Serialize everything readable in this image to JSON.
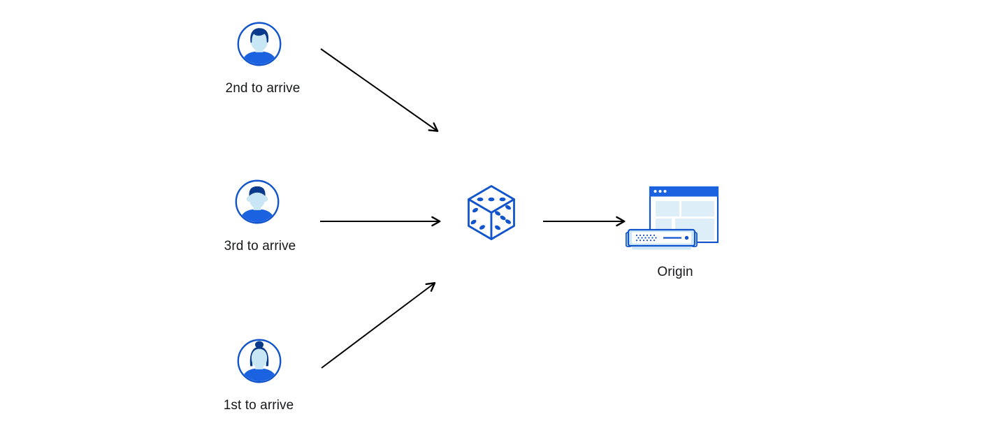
{
  "diagram": {
    "title": "requests-randomly-ordered-to-origin",
    "background": "#ffffff",
    "colors": {
      "outline_blue": "#1254cc",
      "fill_blue": "#1b62e0",
      "hair_navy": "#0a3a8c",
      "skin_light_blue": "#c9e6f5",
      "panel_light_blue": "#ddeef9",
      "server_light_blue": "#cfe8f7",
      "arrow_black": "#000000",
      "label_text": "#17181a"
    },
    "nodes": [
      {
        "id": "user-second",
        "label": "2nd to arrive",
        "icon": "user-avatar-icon"
      },
      {
        "id": "user-third",
        "label": "3rd to arrive",
        "icon": "user-avatar-icon"
      },
      {
        "id": "user-first",
        "label": "1st to arrive",
        "icon": "user-avatar-icon"
      },
      {
        "id": "randomizer",
        "label": "",
        "icon": "dice-icon"
      },
      {
        "id": "origin",
        "label": "Origin",
        "icon": "origin-server-icon"
      }
    ],
    "edges": [
      {
        "from": "user-second",
        "to": "randomizer"
      },
      {
        "from": "user-third",
        "to": "randomizer"
      },
      {
        "from": "user-first",
        "to": "randomizer"
      },
      {
        "from": "randomizer",
        "to": "origin"
      }
    ]
  }
}
